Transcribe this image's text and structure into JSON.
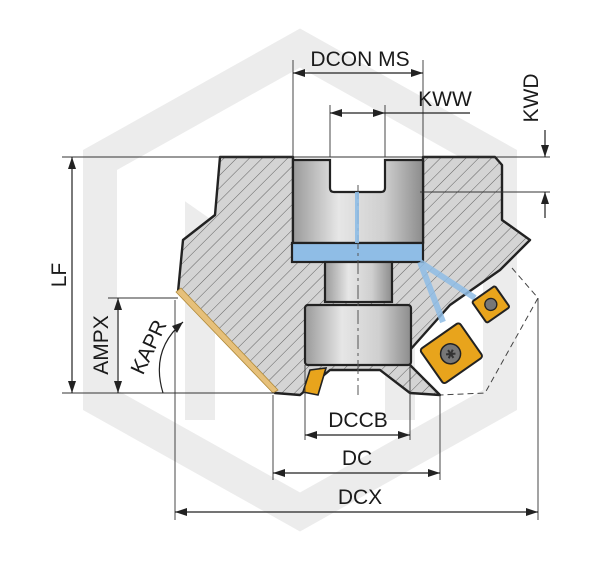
{
  "title": "Face milling cutter dimensions",
  "labels": {
    "dcon": "DCON MS",
    "kww": "KWW",
    "kwd": "KWD",
    "lf": "LF",
    "ampx": "AMPX",
    "kapr": "KAPR",
    "dccb": "DCCB",
    "dc": "DC",
    "dcx": "DCX"
  },
  "colors": {
    "body": "#d0d0d0",
    "insert": "#e8a41c",
    "coolant": "#8fbde6",
    "watermark": "#ececec"
  }
}
